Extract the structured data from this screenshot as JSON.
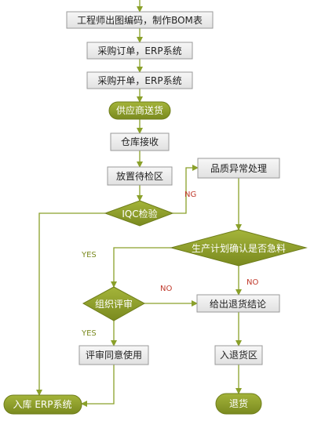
{
  "flowchart": {
    "nodes": {
      "engineer": "工程师出图编码，制作BOM表",
      "purchase_order": "采购订单，ERP系统",
      "purchase_open": "采购开单，ERP系统",
      "supplier": "供应商送货",
      "warehouse": "仓库接收",
      "inspect_area": "放置待检区",
      "iqc": "IQC检验",
      "quality": "品质异常处理",
      "plan": "生产计划确认是否急料",
      "review": "组织评审",
      "return_conclusion": "给出退货结论",
      "review_agree": "评审同意使用",
      "return_area": "入退货区",
      "stock_in": "入库 ERP系统",
      "return": "退货"
    },
    "edge_labels": {
      "ng": "NG",
      "yes_left": "YES",
      "no_left": "NO",
      "no_right": "NO",
      "yes_bottom": "YES"
    },
    "colors": {
      "green_fill": "#8a9a2a",
      "box_fill": "#eaeaea",
      "box_stroke": "#9a9a9a",
      "line": "#8aa02a",
      "ng_text": "#c0392b",
      "yes_text": "#7a8a1f"
    }
  }
}
